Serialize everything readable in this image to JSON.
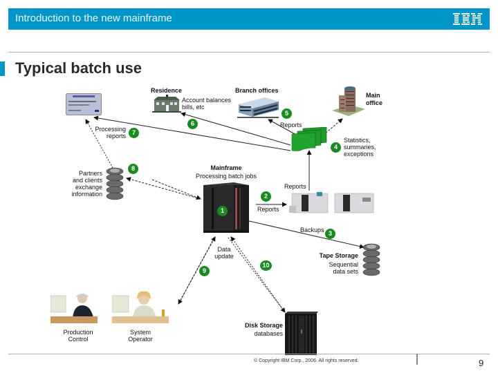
{
  "header": {
    "title": "Introduction to the new mainframe",
    "logo": "IBM",
    "accent_color": "#0096c8"
  },
  "page": {
    "title": "Typical batch use",
    "number": "9"
  },
  "footer": {
    "copyright": "© Copyright IBM Corp., 2006. All rights reserved."
  },
  "diagram": {
    "nodes": {
      "credit_card": {
        "icon": "credit-card-icon"
      },
      "residence": {
        "title": "Residence",
        "line1": "Account balances",
        "line2": "bills, etc",
        "icon": "house-icon"
      },
      "branch_offices": {
        "title": "Branch offices",
        "icon": "office-building-icon"
      },
      "main_office": {
        "line1": "Main",
        "line2": "office",
        "icon": "skyscraper-icon"
      },
      "reports_stack": {
        "icon": "report-documents-icon"
      },
      "partners": {
        "line1": "Partners",
        "line2": "and clients",
        "line3": "exchange",
        "line4": "information",
        "icon": "tape-stack-icon"
      },
      "mainframe": {
        "title": "Mainframe",
        "subtitle": "Processing batch jobs",
        "icon": "mainframe-icon"
      },
      "printers": {
        "label": "Reports",
        "icon": "printer-icon"
      },
      "tape_storage": {
        "title": "Tape Storage",
        "line1": "Sequential",
        "line2": "data sets",
        "icon": "tape-stack-icon"
      },
      "disk_storage": {
        "title": "Disk Storage",
        "subtitle": "databases",
        "icon": "disk-storage-icon"
      },
      "production_control": {
        "line1": "Production",
        "line2": "Control",
        "icon": "person-at-desk-icon"
      },
      "system_operator": {
        "line1": "System",
        "line2": "Operator",
        "icon": "person-at-desk-icon"
      }
    },
    "edge_labels": {
      "reports_5": "Reports",
      "statistics_line1": "Statistics,",
      "statistics_line2": "summaries,",
      "statistics_line3": "exceptions",
      "processing_line1": "Processing",
      "processing_line2": "reports",
      "reports_2": "Reports",
      "backups": "Backups",
      "data_line1": "Data",
      "data_line2": "update"
    },
    "steps": [
      "1",
      "2",
      "3",
      "4",
      "5",
      "6",
      "7",
      "8",
      "9",
      "10"
    ],
    "badge_color": "#1a8a22"
  }
}
